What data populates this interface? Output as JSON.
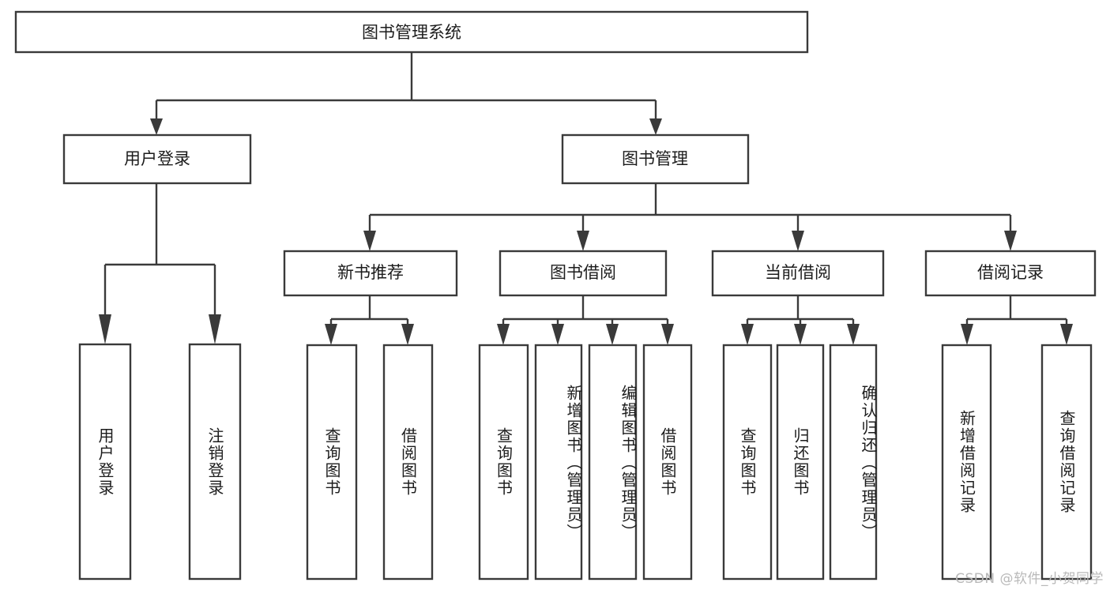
{
  "diagram": {
    "title": "图书管理系统",
    "type": "tree-hierarchy-chart",
    "root": {
      "label": "图书管理系统"
    },
    "level2": [
      {
        "label": "用户登录"
      },
      {
        "label": "图书管理"
      }
    ],
    "level3": [
      {
        "label": "新书推荐"
      },
      {
        "label": "图书借阅"
      },
      {
        "label": "当前借阅"
      },
      {
        "label": "借阅记录"
      }
    ],
    "leaves": {
      "user_login": [
        {
          "label": "用户登录"
        },
        {
          "label": "注销登录"
        }
      ],
      "new_book_recommend": [
        {
          "label": "查询图书"
        },
        {
          "label": "借阅图书"
        }
      ],
      "book_borrow": [
        {
          "label": "查询图书"
        },
        {
          "label": "新增图书（管理员）"
        },
        {
          "label": "编辑图书（管理员）"
        },
        {
          "label": "借阅图书"
        }
      ],
      "current_borrow": [
        {
          "label": "查询图书"
        },
        {
          "label": "归还图书"
        },
        {
          "label": "确认归还（管理员）"
        }
      ],
      "borrow_record": [
        {
          "label": "新增借阅记录"
        },
        {
          "label": "查询借阅记录"
        }
      ]
    }
  },
  "watermark": {
    "text": "CSDN @软件_小贺同学"
  },
  "colors": {
    "stroke": "#3a3a3a",
    "box_fill": "#ffffff",
    "text": "#1c1c1c",
    "background": "#ffffff",
    "watermark": "#b9b9b9"
  }
}
